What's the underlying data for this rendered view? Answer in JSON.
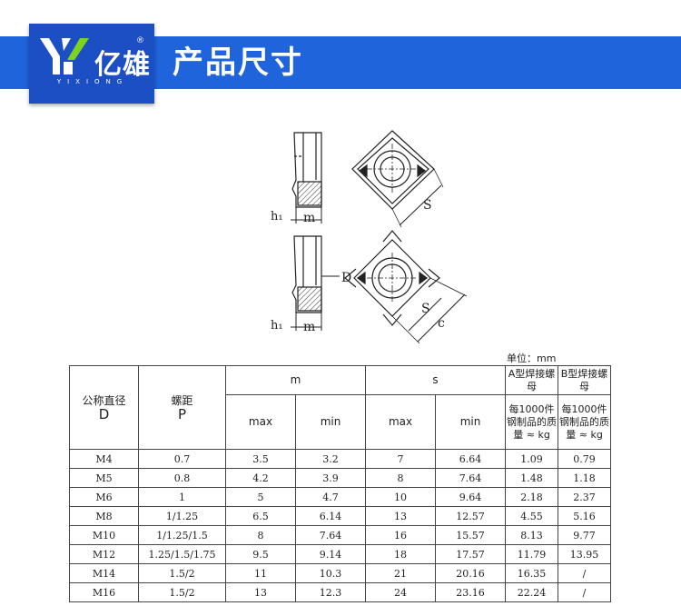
{
  "header": {
    "brand_cn": "亿雄",
    "brand_en": "YIXIONG",
    "reg_mark": "®",
    "title": "产品尺寸"
  },
  "colors": {
    "header_blue": "#1f64db",
    "logo_blue": "#1d4fc4",
    "logo_green": "#7ed321"
  },
  "drawing": {
    "label_h1": "h₁",
    "label_m": "m",
    "label_s": "S",
    "label_d": "D",
    "label_c": "c"
  },
  "unit_label": "单位：mm",
  "table": {
    "h_nominal": "公称直径",
    "h_nominal_sym": "D",
    "h_pitch": "螺距",
    "h_pitch_sym": "P",
    "h_m": "m",
    "h_s": "s",
    "h_max": "max",
    "h_min": "min",
    "h_a_type": "A型焊接螺母",
    "h_b_type": "B型焊接螺母",
    "h_mass": "每1000件钢制品的质量 ≈ kg",
    "rows": [
      [
        "M4",
        "0.7",
        "3.5",
        "3.2",
        "7",
        "6.64",
        "1.09",
        "0.79"
      ],
      [
        "M5",
        "0.8",
        "4.2",
        "3.9",
        "8",
        "7.64",
        "1.48",
        "1.18"
      ],
      [
        "M6",
        "1",
        "5",
        "4.7",
        "10",
        "9.64",
        "2.18",
        "2.37"
      ],
      [
        "M8",
        "1/1.25",
        "6.5",
        "6.14",
        "13",
        "12.57",
        "4.55",
        "5.16"
      ],
      [
        "M10",
        "1/1.25/1.5",
        "8",
        "7.64",
        "16",
        "15.57",
        "8.13",
        "9.77"
      ],
      [
        "M12",
        "1.25/1.5/1.75",
        "9.5",
        "9.14",
        "18",
        "17.57",
        "11.79",
        "13.95"
      ],
      [
        "M14",
        "1.5/2",
        "11",
        "10.3",
        "21",
        "20.16",
        "16.35",
        "/"
      ],
      [
        "M16",
        "1.5/2",
        "13",
        "12.3",
        "24",
        "23.16",
        "22.24",
        "/"
      ]
    ]
  }
}
